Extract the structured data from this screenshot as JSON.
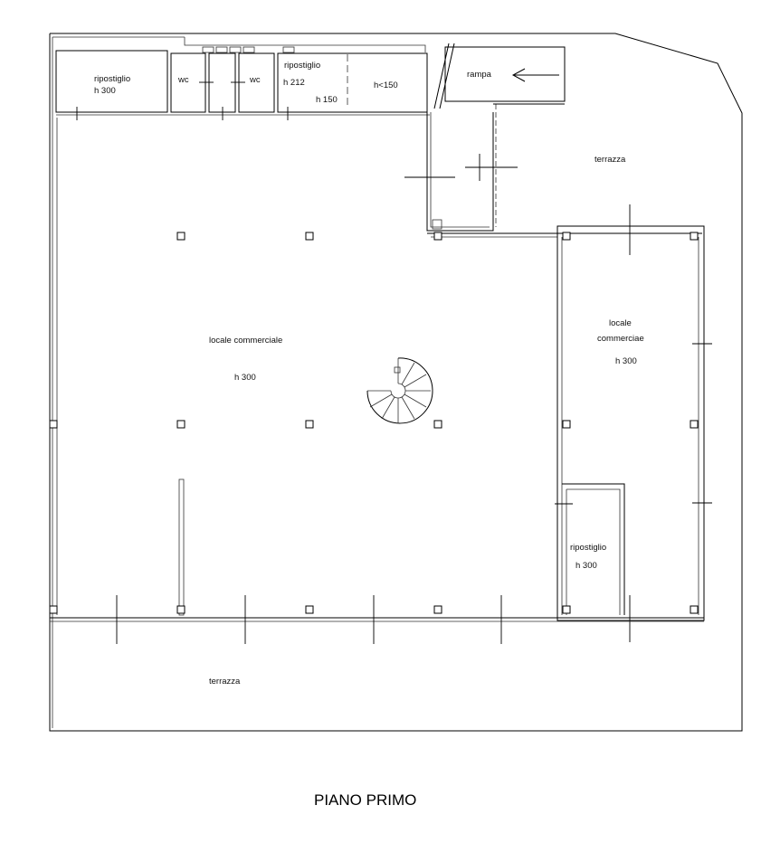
{
  "plan": {
    "title": "PIANO PRIMO",
    "rooms": {
      "ripostiglio_1_name": "ripostiglio",
      "ripostiglio_1_height": "h 300",
      "wc_1": "wc",
      "wc_2": "wc",
      "ripostiglio_2_name": "ripostiglio",
      "ripostiglio_2_height": "h 212",
      "ripostiglio_2_height_2": "h 150",
      "ripostiglio_2_height_3": "h<150",
      "rampa": "rampa",
      "terrazza_top": "terrazza",
      "locale_main_name": "locale commerciale",
      "locale_main_height": "h 300",
      "locale_right_name_1": "locale",
      "locale_right_name_2": "commerciae",
      "locale_right_height": "h 300",
      "ripostiglio_3_name": "ripostiglio",
      "ripostiglio_3_height": "h 300",
      "terrazza_bottom": "terrazza"
    }
  }
}
